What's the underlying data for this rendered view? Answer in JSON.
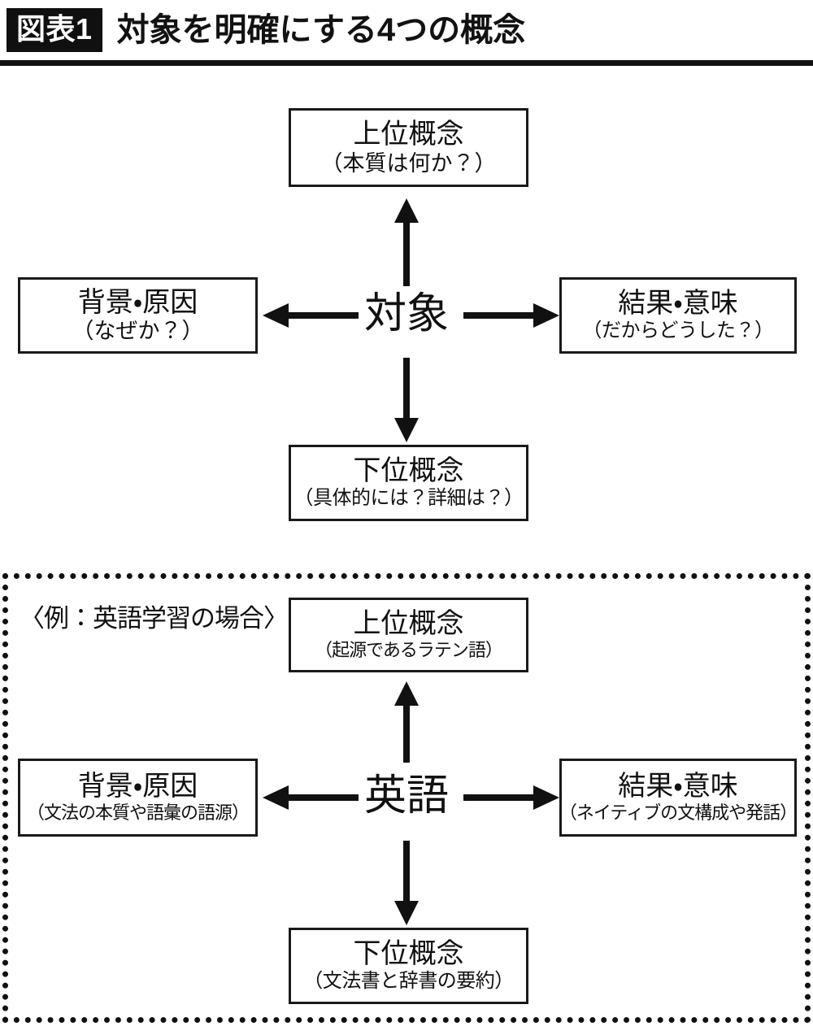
{
  "header": {
    "badge": "図表1",
    "title": "対象を明確にする4つの概念",
    "rule_color": "#111111"
  },
  "diagram_main": {
    "center": "対象",
    "top": {
      "title": "上位概念",
      "detail": "（本質は何か？）"
    },
    "left": {
      "title": "背景・原因",
      "detail": "（なぜか？）"
    },
    "right": {
      "title": "結果・意味",
      "detail": "（だからどうした？）"
    },
    "bottom": {
      "title": "下位概念",
      "detail": "（具体的には？詳細は？）"
    },
    "arrows": [
      "up",
      "left",
      "right",
      "down"
    ]
  },
  "diagram_example": {
    "label": "〈例：英語学習の場合〉",
    "center": "英語",
    "top": {
      "title": "上位概念",
      "detail": "（起源であるラテン語）"
    },
    "left": {
      "title": "背景・原因",
      "detail": "（文法の本質や語彙の語源）"
    },
    "right": {
      "title": "結果・意味",
      "detail": "（ネイティブの文構成や発話）"
    },
    "bottom": {
      "title": "下位概念",
      "detail": "（文法書と辞書の要約）"
    },
    "arrows": [
      "up",
      "left",
      "right",
      "down"
    ]
  },
  "style": {
    "ink": "#111111",
    "paper": "#ffffff",
    "badge_bg": "#101010",
    "badge_fg": "#ffffff"
  }
}
